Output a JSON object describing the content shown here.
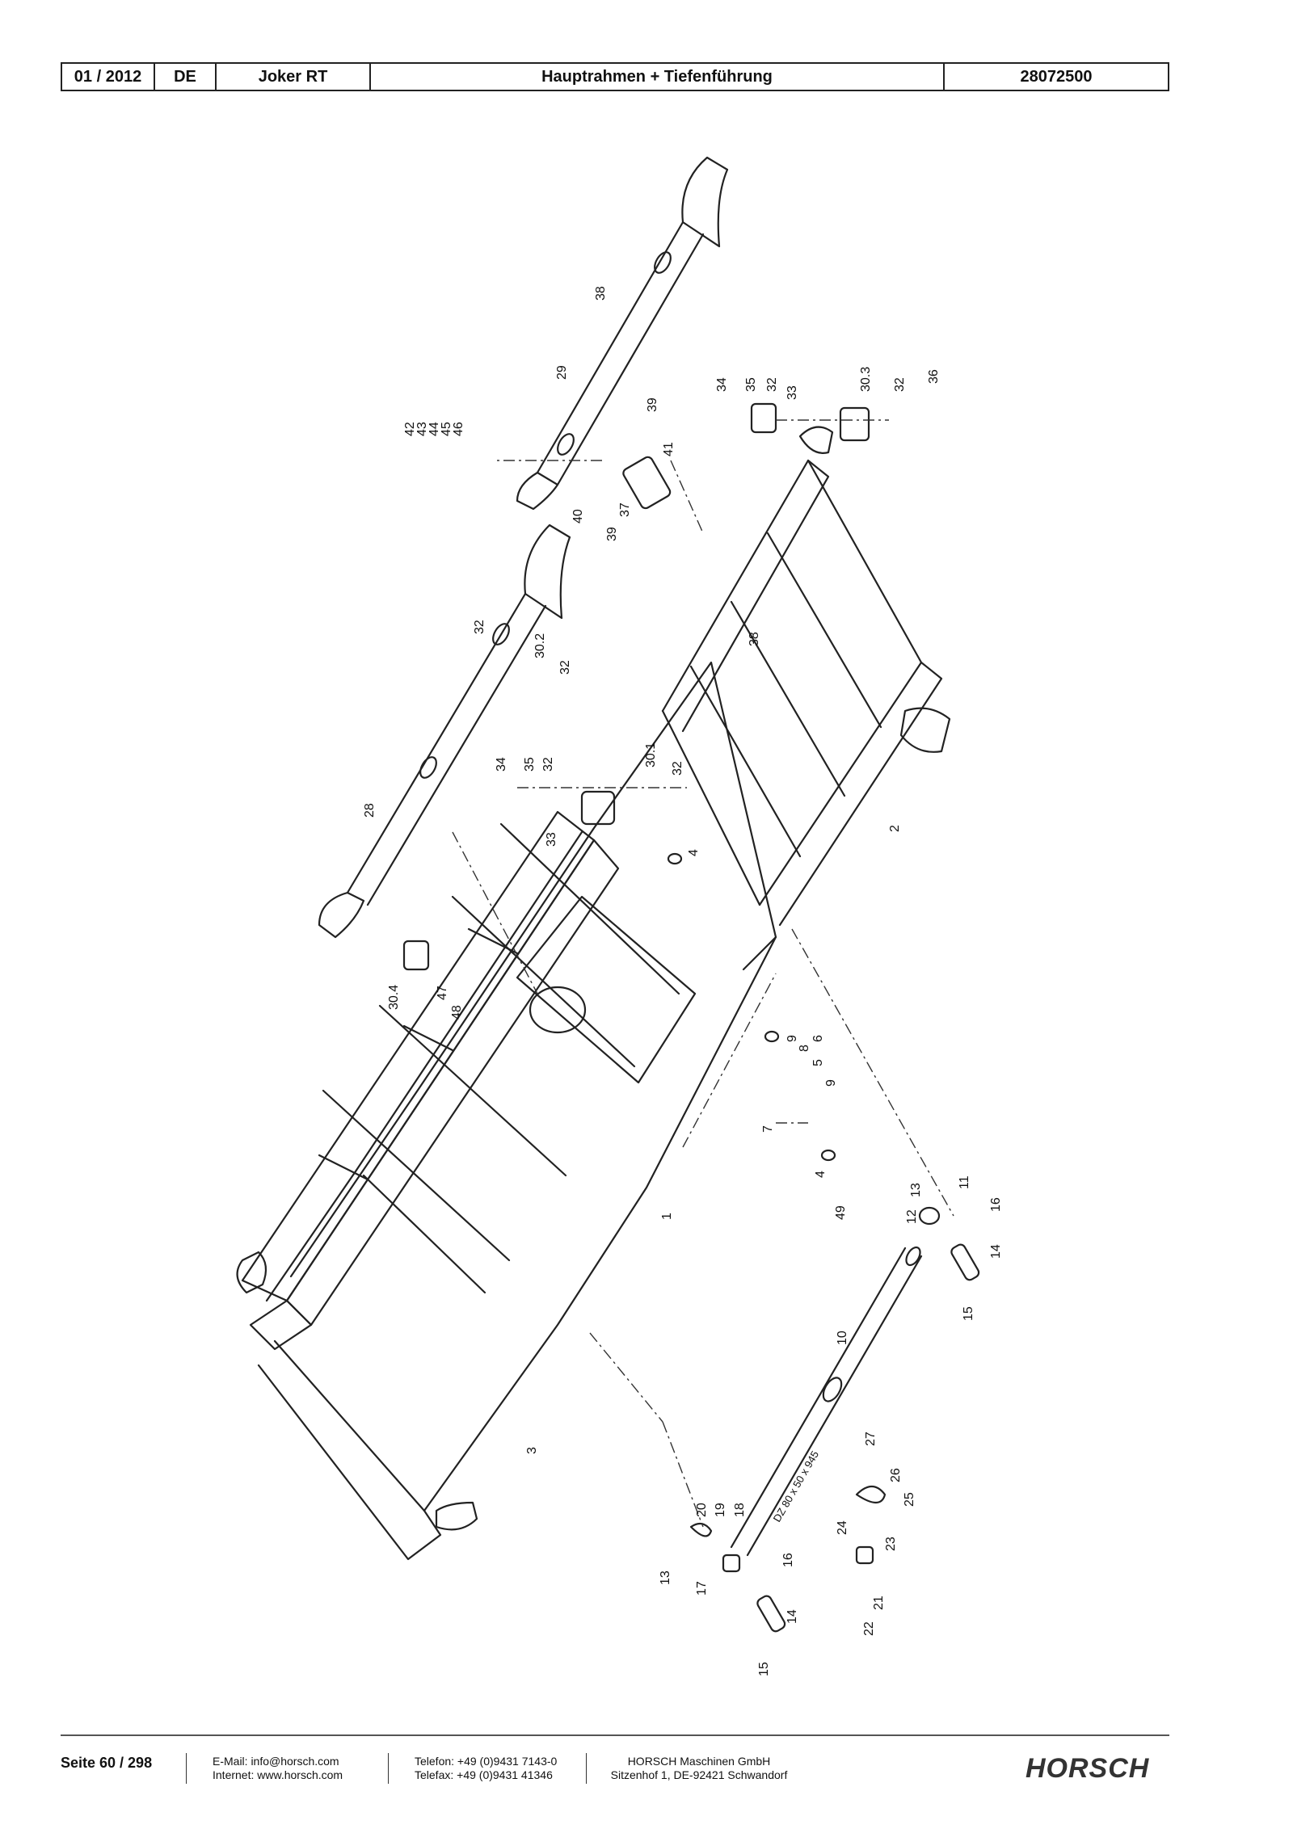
{
  "header": {
    "date": "01 / 2012",
    "lang": "DE",
    "model": "Joker RT",
    "title": "Hauptrahmen + Tiefenführung",
    "number": "28072500"
  },
  "drawing": {
    "labels": [
      "38",
      "29",
      "42",
      "43",
      "44",
      "45",
      "46",
      "39",
      "40",
      "37",
      "39",
      "41",
      "34",
      "35",
      "32",
      "33",
      "30.3",
      "32",
      "36",
      "38",
      "32",
      "30.2",
      "32",
      "28",
      "34",
      "35",
      "32",
      "30.1",
      "32",
      "33",
      "4",
      "30.4",
      "47",
      "48",
      "9",
      "8",
      "6",
      "5",
      "9",
      "7",
      "2",
      "1",
      "4",
      "49",
      "13",
      "11",
      "12",
      "16",
      "14",
      "15",
      "10",
      "3",
      "DZ 80 x 50 x 945",
      "27",
      "26",
      "25",
      "24",
      "23",
      "21",
      "22",
      "20",
      "19",
      "18",
      "17",
      "13",
      "16",
      "14",
      "15"
    ]
  },
  "footer": {
    "page": "Seite 60 / 298",
    "email": "E-Mail: info@horsch.com",
    "internet": "Internet: www.horsch.com",
    "phone": "Telefon: +49 (0)9431 7143-0",
    "fax": "Telefax: +49 (0)9431 41346",
    "company": "HORSCH Maschinen GmbH",
    "address": "Sitzenhof 1, DE-92421 Schwandorf",
    "logo": "HORSCH"
  }
}
